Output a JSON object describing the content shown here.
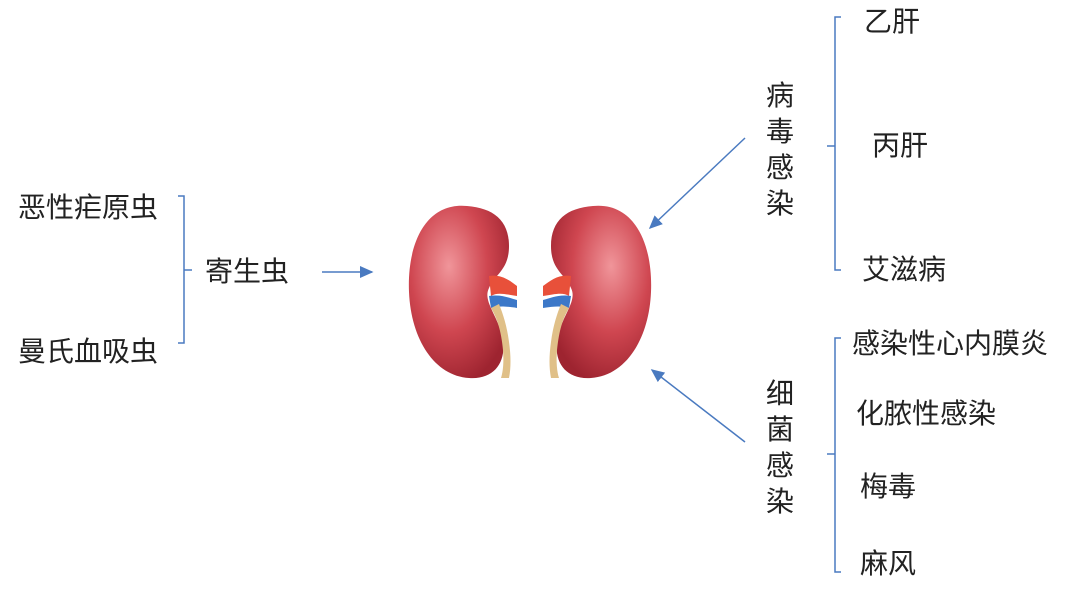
{
  "left": {
    "causes": [
      "恶性疟原虫",
      "曼氏血吸虫"
    ],
    "group": "寄生虫"
  },
  "right_top": {
    "group_chars": [
      "病",
      "毒",
      "感",
      "染"
    ],
    "causes": [
      "乙肝",
      "丙肝",
      "艾滋病"
    ]
  },
  "right_bottom": {
    "group_chars": [
      "细",
      "菌",
      "感",
      "染"
    ],
    "causes": [
      "感染性心内膜炎",
      "化脓性感染",
      "梅毒",
      "麻风"
    ]
  },
  "colors": {
    "line": "#4a7ac0",
    "kidney": "#c9404a",
    "kidney_light": "#ee8a90",
    "artery": "#e8503a",
    "vein": "#3c78c8",
    "ureter": "#e0c088"
  }
}
